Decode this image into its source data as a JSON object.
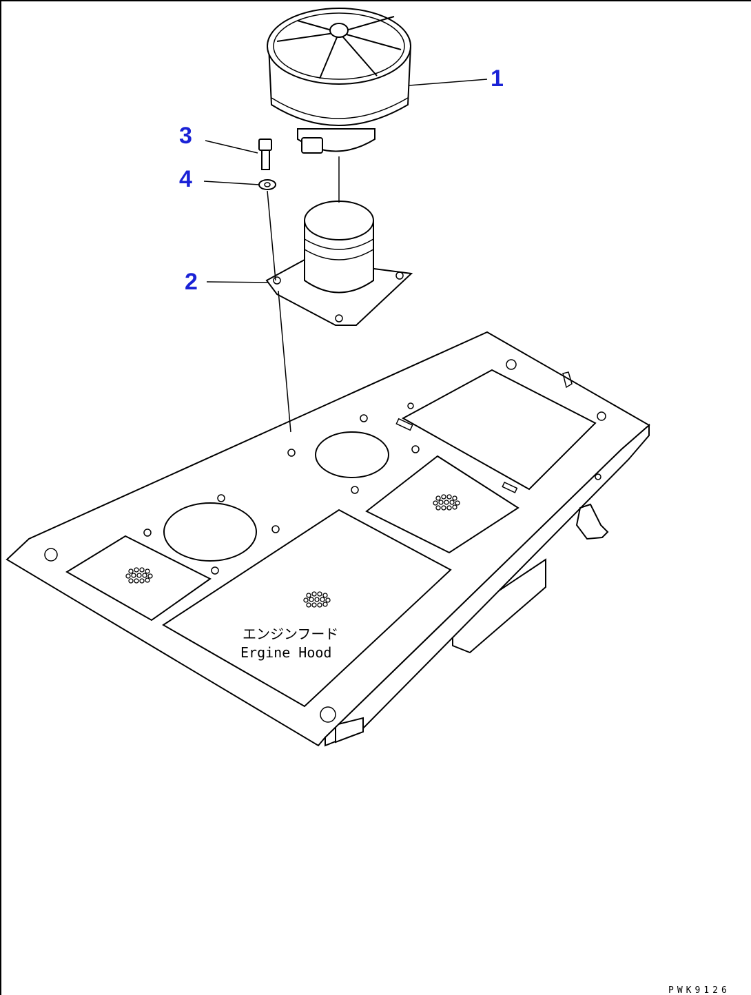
{
  "callouts": {
    "part_1": "1",
    "part_2": "2",
    "part_3": "3",
    "part_4": "4"
  },
  "hood_label": {
    "japanese": "エンジンフード",
    "english": "Ergine Hood"
  },
  "drawing_id": "PWK9126",
  "colors": {
    "callout": "#1a22d6",
    "line": "#000000",
    "background": "#ffffff"
  }
}
